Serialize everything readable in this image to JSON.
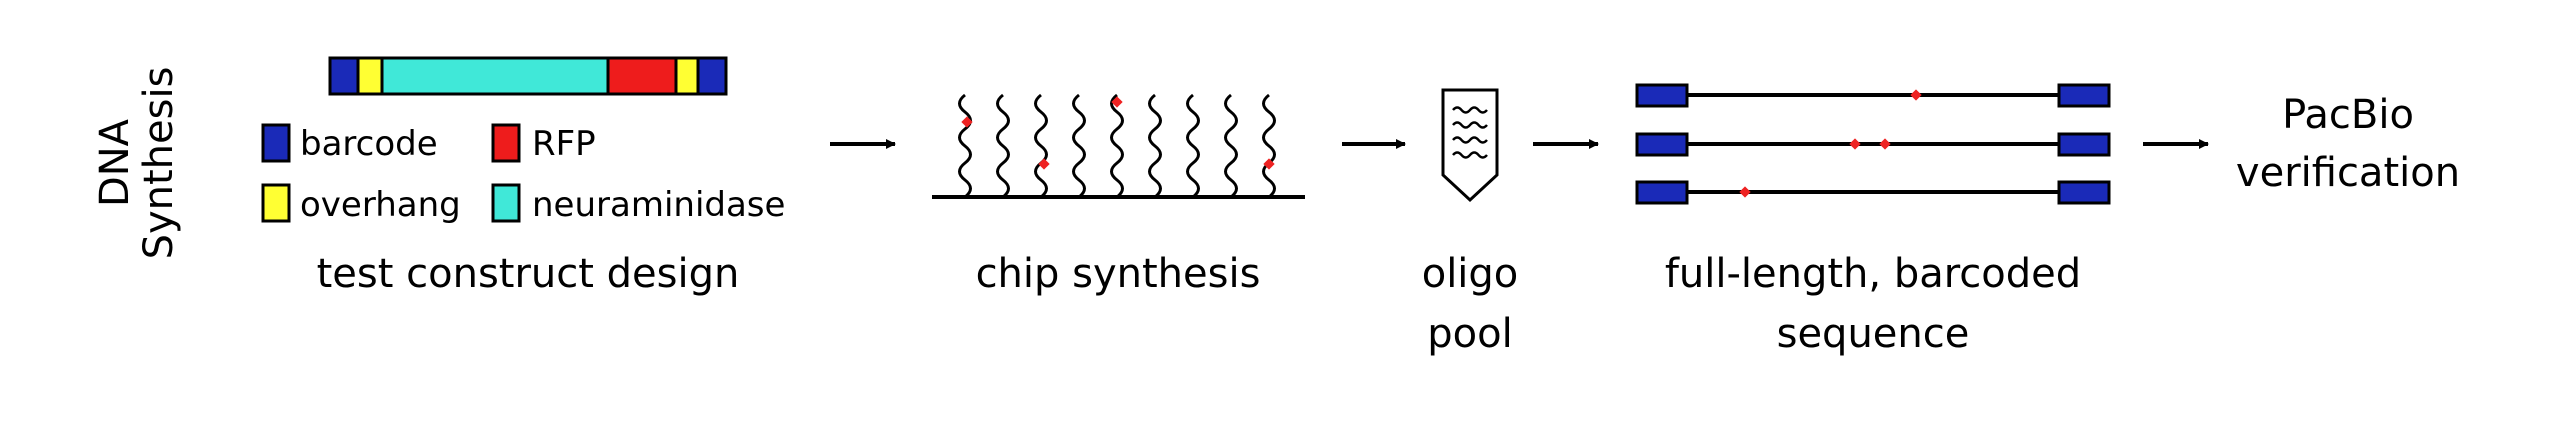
{
  "side_label": {
    "line1": "DNA",
    "line2": "Synthesis"
  },
  "legend": {
    "barcode": "barcode",
    "rfp": "RFP",
    "overhang": "overhang",
    "neuraminidase": "neuraminidase"
  },
  "steps": {
    "design": "test construct design",
    "chip": "chip synthesis",
    "pool_line1": "oligo",
    "pool_line2": "pool",
    "fulllength_line1": "full-length, barcoded",
    "fulllength_line2": "sequence",
    "pacbio_line1": "PacBio",
    "pacbio_line2": "verification"
  },
  "colors": {
    "barcode": "#1a2ab8",
    "overhang": "#ffff33",
    "neuraminidase": "#40e8d8",
    "rfp": "#ee1c1c",
    "mutation": "#ee2222",
    "line": "#000000"
  }
}
